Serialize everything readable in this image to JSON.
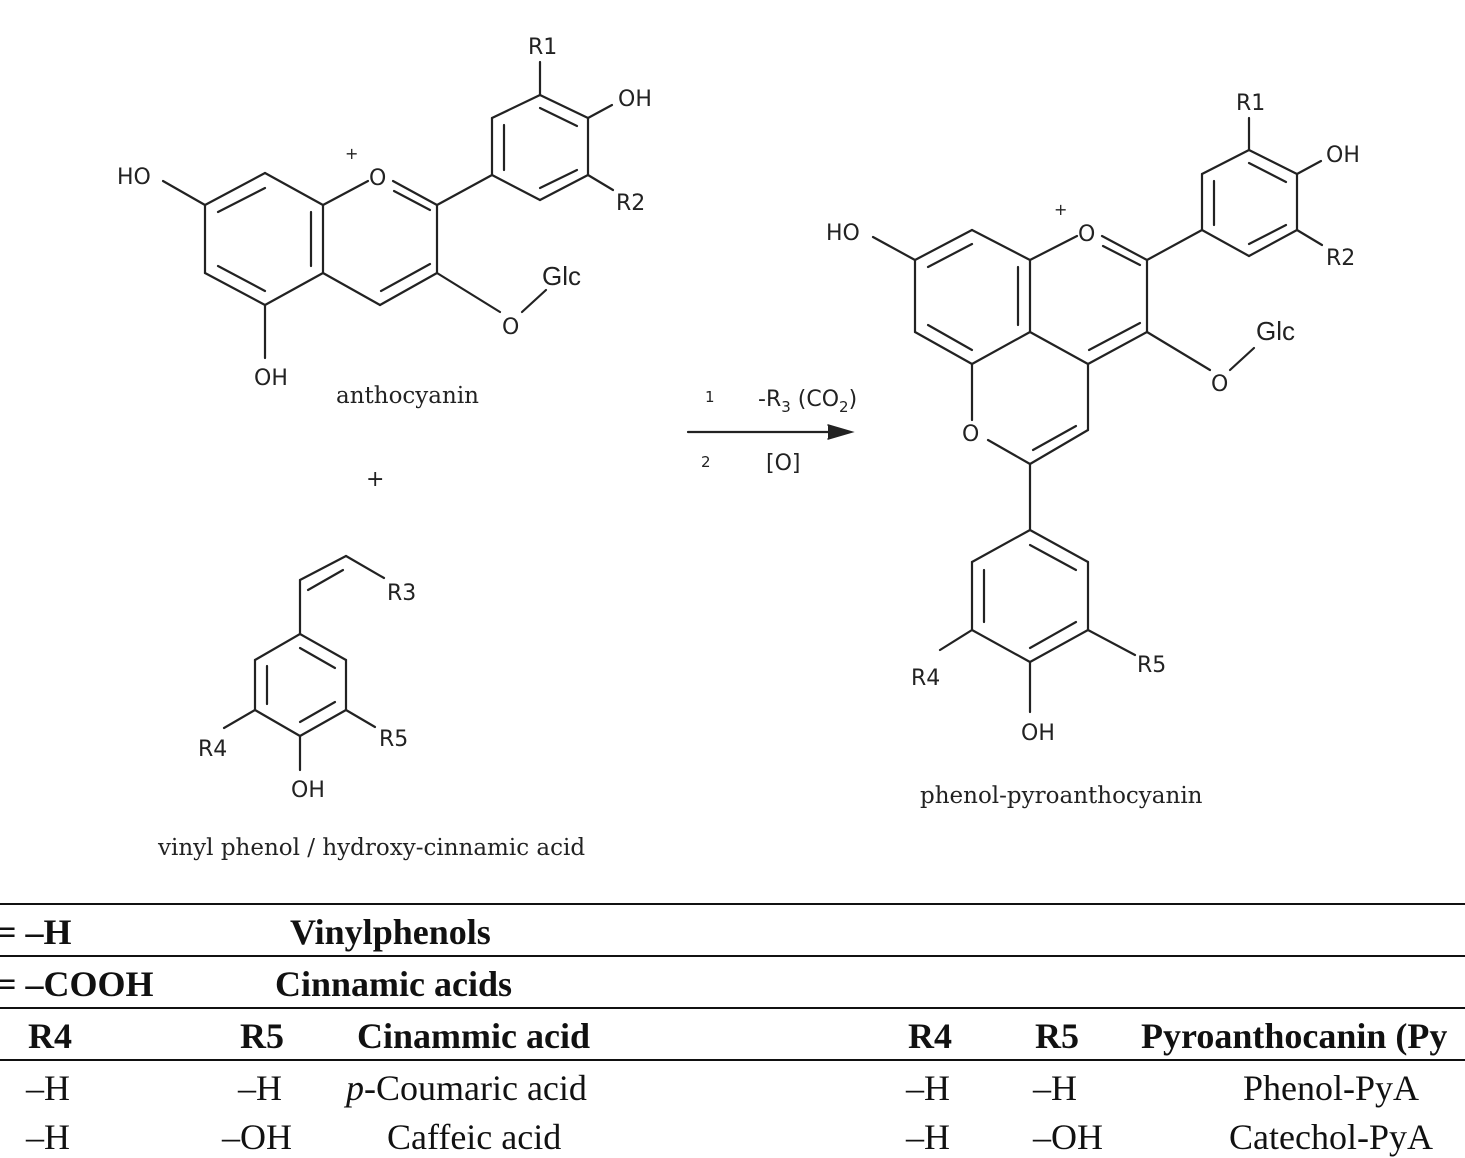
{
  "labels": {
    "r1": "R1",
    "r2": "R2",
    "r3": "R3",
    "r4": "R4",
    "r5": "R5",
    "oh": "OH",
    "ho": "HO",
    "o": "O",
    "plus": "+",
    "glc": "Glc"
  },
  "captions": {
    "anthocyanin": "anthocyanin",
    "plus_sign": "+",
    "vinyl": "vinyl phenol / hydroxy-cinnamic acid",
    "product": "phenol-pyroanthocyanin"
  },
  "reaction": {
    "step1_num": "1",
    "step1_a": "-R",
    "step1_sub": "3",
    "step1_b": " (CO",
    "step1_sub2": "2",
    "step1_c": ")",
    "step2_num": "2",
    "step2": "[O]"
  },
  "table": {
    "r3_h_label": "= –H",
    "r3_h_class": "Vinylphenols",
    "r3_cooh_label": "= –COOH",
    "r3_cooh_class": "Cinnamic acids",
    "headers": [
      "R4",
      "R5",
      "Cinammic acid",
      "R4",
      "R5",
      "Pyroanthocanin (Py"
    ],
    "rows": [
      {
        "r4": "–H",
        "r5": "–H",
        "acid_italic": "p",
        "acid_rest": "-Coumaric acid",
        "pr4": "–H",
        "pr5": "–H",
        "pya": "Phenol-PyA"
      },
      {
        "r4": "–H",
        "r5": "–OH",
        "acid_italic": "",
        "acid_rest": "Caffeic acid",
        "pr4": "–H",
        "pr5": "–OH",
        "pya": "Catechol-PyA"
      }
    ]
  }
}
